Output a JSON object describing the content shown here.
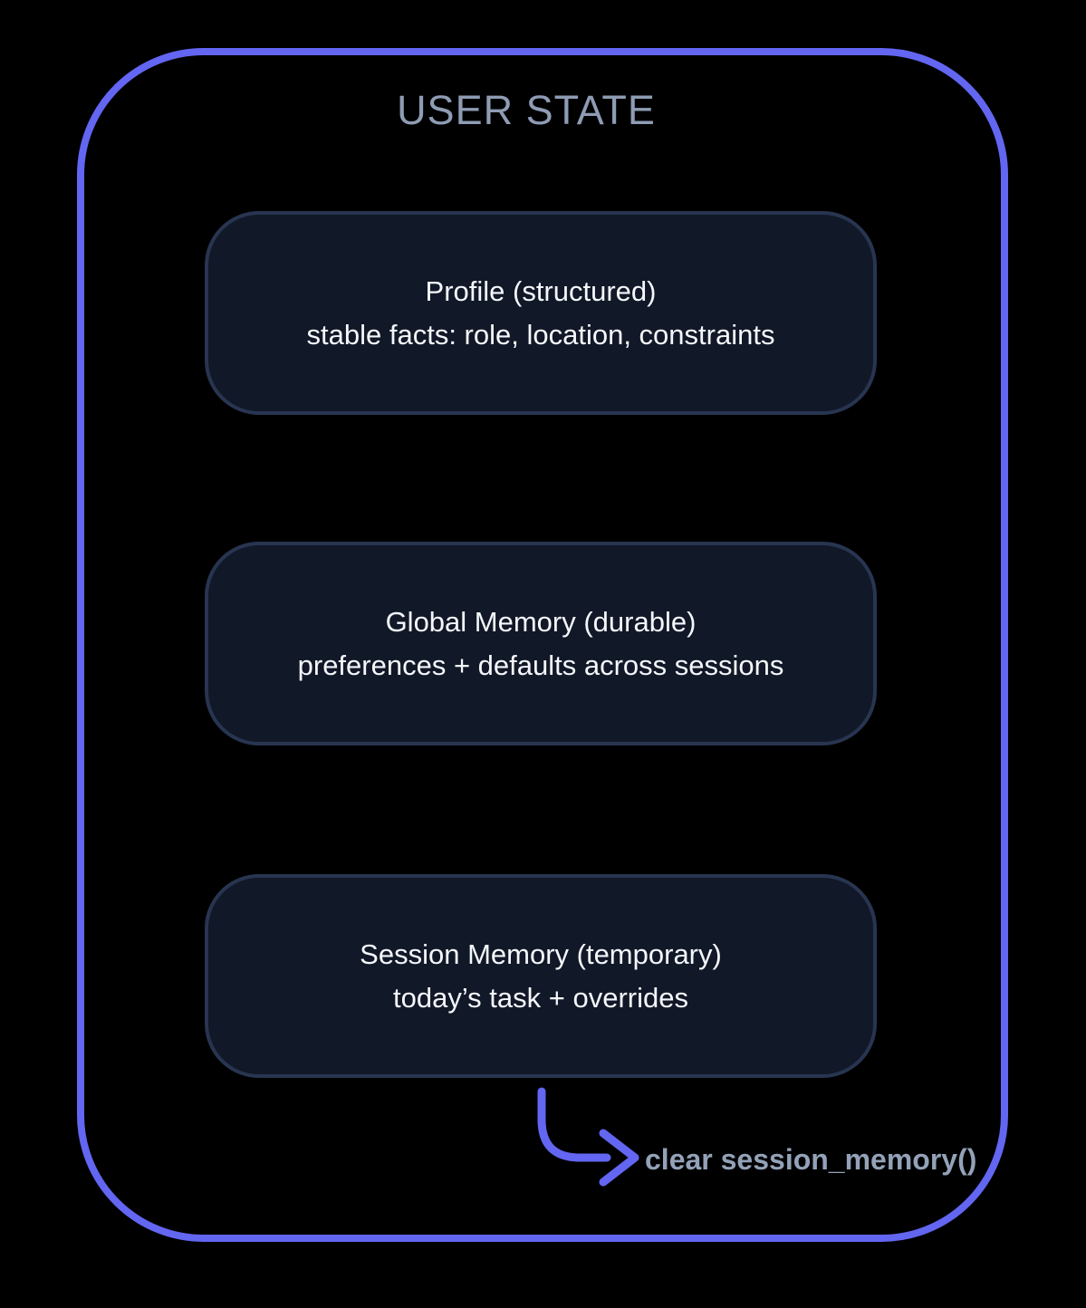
{
  "diagram": {
    "title": "USER STATE",
    "boxes": [
      {
        "title": "Profile (structured)",
        "subtitle": "stable facts: role, location, constraints"
      },
      {
        "title": "Global Memory (durable)",
        "subtitle": "preferences + defaults across sessions"
      },
      {
        "title": "Session Memory (temporary)",
        "subtitle": "today’s task + overrides"
      }
    ],
    "arrow_label": "clear session_memory()",
    "colors": {
      "accent": "#6366f1",
      "box_fill": "#111827",
      "box_border": "#283551",
      "box_text": "#f4f7fb",
      "muted_text": "#8e9cb4",
      "arrow_label_text": "#93a2b8",
      "background": "#000000"
    }
  }
}
